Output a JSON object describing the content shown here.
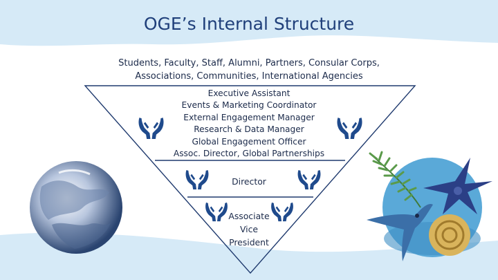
{
  "title": "OGE’s Internal Structure",
  "stakeholders": [
    "Students, Faculty, Staff, Alumni, Partners, Consular Corps,",
    "Associations, Communities, International Agencies"
  ],
  "tier1": [
    "Executive Assistant",
    "Events & Marketing Coordinator",
    "External Engagement Manager",
    "Research & Data Manager",
    "Global Engagement Officer",
    "Assoc. Director, Global Partnerships"
  ],
  "tier2": "Director",
  "tier3": [
    "Associate",
    "Vice",
    "President"
  ],
  "colors": {
    "title": "#1f3f7a",
    "wave": "#d6eaf7",
    "triangle_line": "#1f3a6e",
    "hands": "#1f4a8c"
  },
  "icons": [
    "supporting-hands-icon",
    "earth-globe-image",
    "nature-collage-image"
  ]
}
